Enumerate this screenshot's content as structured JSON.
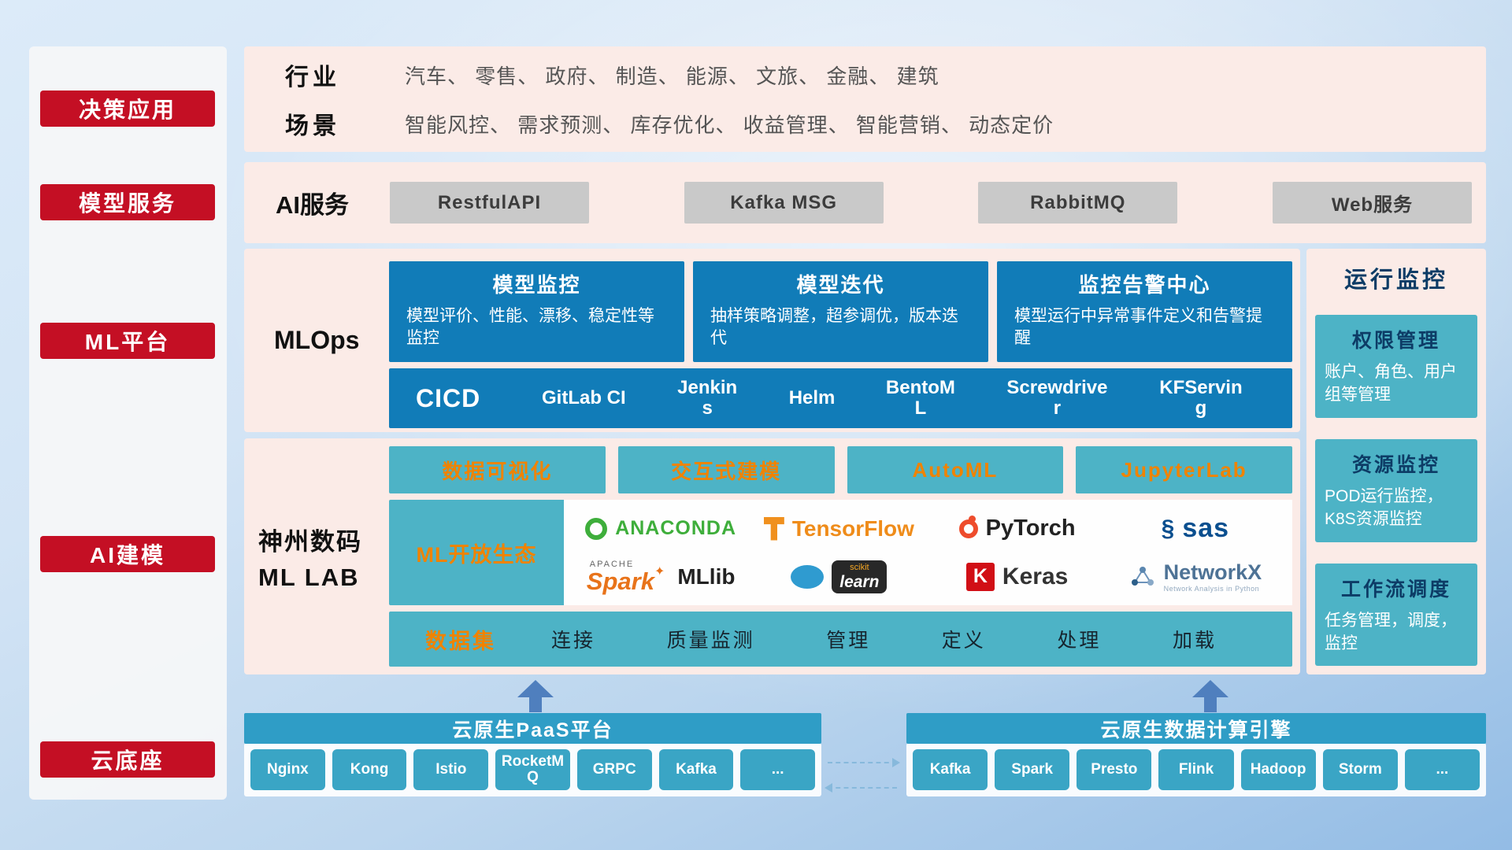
{
  "sidebar": {
    "items": [
      "决策应用",
      "模型服务",
      "ML平台",
      "AI建模",
      "云底座"
    ]
  },
  "industry": {
    "rows": [
      {
        "label": "行业",
        "text": "汽车、 零售、 政府、 制造、 能源、 文旅、 金融、 建筑"
      },
      {
        "label": "场景",
        "text": "智能风控、 需求预测、 库存优化、 收益管理、 智能营销、 动态定价"
      }
    ]
  },
  "ai_service": {
    "label": "AI服务",
    "buttons": [
      "RestfulAPI",
      "Kafka MSG",
      "RabbitMQ",
      "Web服务"
    ]
  },
  "mlops": {
    "label": "MLOps",
    "cards": [
      {
        "title": "模型监控",
        "desc": "模型评价、性能、漂移、稳定性等监控"
      },
      {
        "title": "模型迭代",
        "desc": "抽样策略调整，超参调优，版本迭代"
      },
      {
        "title": "监控告警中心",
        "desc": "模型运行中异常事件定义和告警提醒"
      }
    ],
    "cicd_title": "CICD",
    "cicd_tools": [
      "GitLab CI",
      "Jenkins",
      "Helm",
      "BentoML",
      "Screwdriver",
      "KFServing"
    ]
  },
  "monitor": {
    "title": "运行监控",
    "cards": [
      {
        "title": "权限管理",
        "desc": "账户、角色、用户组等管理"
      },
      {
        "title": "资源监控",
        "desc": "POD运行监控，K8S资源监控"
      },
      {
        "title": "工作流调度",
        "desc": "任务管理，调度，监控"
      }
    ]
  },
  "mllab": {
    "label_line1": "神州数码",
    "label_line2": "ML LAB",
    "top_tools": [
      "数据可视化",
      "交互式建模",
      "AutoML",
      "JupyterLab"
    ],
    "eco_label": "ML开放生态",
    "logos": {
      "anaconda": "ANACONDA",
      "tensorflow": "TensorFlow",
      "pytorch": "PyTorch",
      "sas": "sas",
      "spark_prefix": "APACHE",
      "spark": "Spark",
      "spark_star": "✦",
      "mllib": "MLlib",
      "sklearn_small": "scikit",
      "sklearn": "learn",
      "keras_initial": "K",
      "keras": "Keras",
      "networkx": "NetworkX",
      "networkx_sub": "Network Analysis in Python"
    },
    "data_row": {
      "label": "数据集",
      "items": [
        "连接",
        "质量监测",
        "管理",
        "定义",
        "处理",
        "加载"
      ]
    }
  },
  "cloud": {
    "paas": {
      "title": "云原生PaaS平台",
      "chips": [
        "Nginx",
        "Kong",
        "Istio",
        "RocketMQ",
        "GRPC",
        "Kafka",
        "..."
      ]
    },
    "engine": {
      "title": "云原生数据计算引擎",
      "chips": [
        "Kafka",
        "Spark",
        "Presto",
        "Flink",
        "Hadoop",
        "Storm",
        "..."
      ]
    }
  },
  "colors": {
    "accent_red": "#c40f24",
    "deep_blue": "#117cb8",
    "teal": "#4db3c6",
    "orange": "#f08300",
    "panel_pink": "#fbebe7",
    "bar_blue": "#2f9dc6"
  }
}
